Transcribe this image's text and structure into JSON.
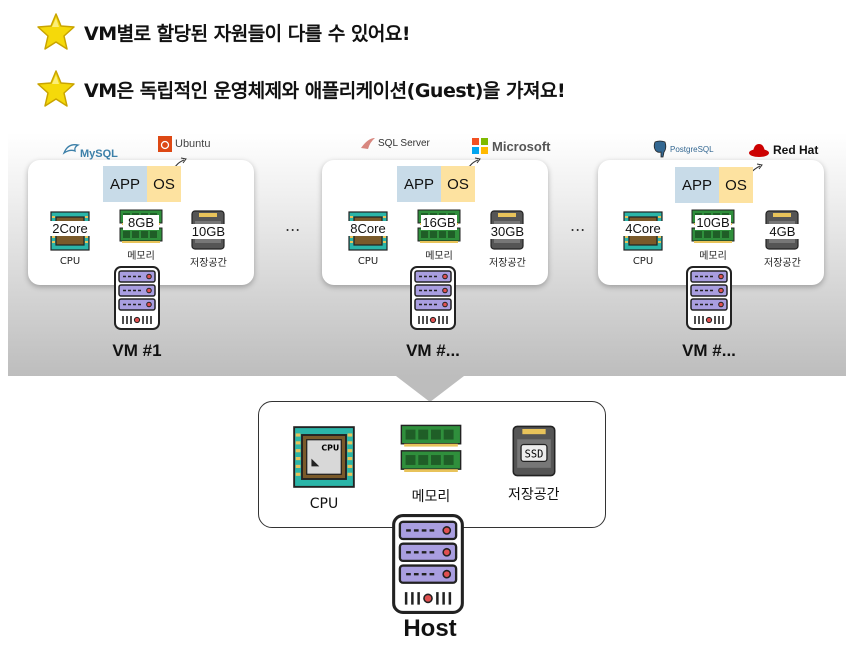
{
  "bullets": [
    {
      "text": "VM별로 할당된 자원들이 다를 수 있어요!",
      "icon": "star-icon"
    },
    {
      "text": "VM은 독립적인 운영체제와 애플리케이션(Guest)을 가져요!",
      "icon": "star-icon"
    }
  ],
  "vms": [
    {
      "label": "VM #1",
      "app": "APP",
      "os": "OS",
      "cpu": "2Core",
      "memory": "8GB",
      "storage": "10GB",
      "cpu_label": "CPU",
      "memory_label": "메모리",
      "storage_label": "저장공간",
      "app_logo": "MySQL",
      "os_logo": "Ubuntu"
    },
    {
      "label": "VM #...",
      "app": "APP",
      "os": "OS",
      "cpu": "8Core",
      "memory": "16GB",
      "storage": "30GB",
      "cpu_label": "CPU",
      "memory_label": "메모리",
      "storage_label": "저장공간",
      "app_logo": "SQL Server",
      "app_logo_small": "Microsoft",
      "os_logo": "Microsoft"
    },
    {
      "label": "VM #...",
      "app": "APP",
      "os": "OS",
      "cpu": "4Core",
      "memory": "10GB",
      "storage": "4GB",
      "cpu_label": "CPU",
      "memory_label": "메모리",
      "storage_label": "저장공간",
      "app_logo": "PostgreSQL",
      "os_logo": "Red Hat"
    }
  ],
  "ellipsis": "...",
  "host": {
    "label": "Host",
    "cpu_label": "CPU",
    "memory_label": "메모리",
    "storage_label": "저장공간",
    "cpu_chip_text": "CPU",
    "ssd_text": "SSD"
  },
  "colors": {
    "app": "#c8dbe8",
    "os": "#fde2a0",
    "chip": "#2bb5a8",
    "ram": "#2f8f3c",
    "server": "#a99ee0"
  }
}
